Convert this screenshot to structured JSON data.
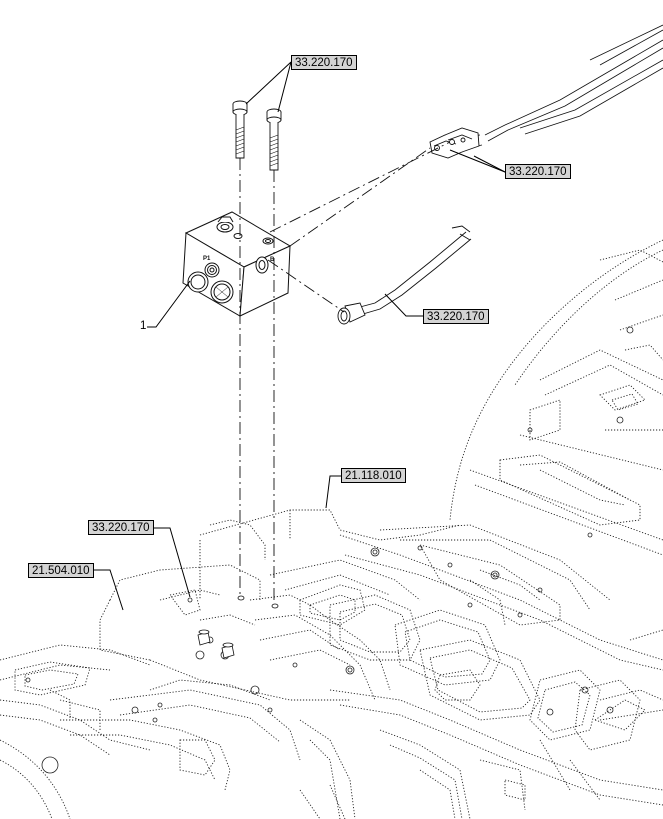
{
  "callouts": {
    "top_bolts": "33.220.170",
    "connector": "33.220.170",
    "hose": "33.220.170",
    "frame_left": "33.220.170",
    "frame_top": "21.118.010",
    "frame_far_left": "21.504.010"
  },
  "item_number": "1",
  "block_port_labels": {
    "p1": "P1",
    "b": "B"
  }
}
